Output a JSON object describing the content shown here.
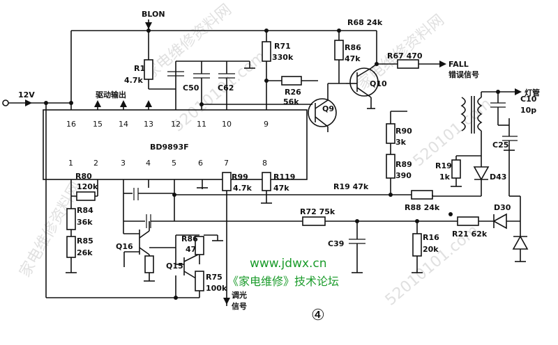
{
  "title": "BD9893F",
  "supply": "12V",
  "blon": "BLON",
  "drive_out": "驱动输出",
  "fall": "FALL",
  "fall_sub": "错误信号",
  "lamp": "灯管",
  "dim_1": "调光",
  "dim_2": "信号",
  "figure_no": "④",
  "watermark_url": "www.jdwx.cn",
  "watermark_forum": "《家电维修》技术论坛",
  "faint_watermarks": [
    "家电维修资料网",
    "52010101.com",
    "家电维修资料网",
    "520101.com",
    "家电维修资料网",
    "52010101.com"
  ],
  "ic_pins_top": [
    "16",
    "15",
    "14",
    "13",
    "12",
    "11",
    "10",
    "9"
  ],
  "ic_pins_bottom": [
    "1",
    "2",
    "3",
    "4",
    "5",
    "6",
    "7",
    "8"
  ],
  "components": {
    "R1": {
      "name": "R1",
      "value": "4.7k"
    },
    "C50": {
      "name": "C50",
      "value": ""
    },
    "C62": {
      "name": "C62",
      "value": ""
    },
    "R71": {
      "name": "R71",
      "value": "330k"
    },
    "R26": {
      "name": "R26",
      "value": "56k"
    },
    "R86a": {
      "name": "R86",
      "value": "47k"
    },
    "R68": {
      "name": "R68",
      "value": "24k"
    },
    "R67": {
      "name": "R67",
      "value": "470"
    },
    "Q9": {
      "name": "Q9",
      "value": ""
    },
    "Q10": {
      "name": "Q10",
      "value": ""
    },
    "C10": {
      "name": "C10",
      "value": "10p"
    },
    "C25": {
      "name": "C25",
      "value": ""
    },
    "R90": {
      "name": "R90",
      "value": "3k"
    },
    "R89": {
      "name": "R89",
      "value": "390"
    },
    "R19a": {
      "name": "R19",
      "value": "1k"
    },
    "D43": {
      "name": "D43",
      "value": ""
    },
    "R80": {
      "name": "R80",
      "value": "120k"
    },
    "R99": {
      "name": "R99",
      "value": "4.7k"
    },
    "R119": {
      "name": "R119",
      "value": "47k"
    },
    "R19b": {
      "name": "R19",
      "value": "47k"
    },
    "R88": {
      "name": "R88",
      "value": "24k"
    },
    "R84": {
      "name": "R84",
      "value": "36k"
    },
    "R85": {
      "name": "R85",
      "value": "26k"
    },
    "R72": {
      "name": "R72",
      "value": "75k"
    },
    "C39": {
      "name": "C39",
      "value": ""
    },
    "R16": {
      "name": "R16",
      "value": "20k"
    },
    "R21": {
      "name": "R21",
      "value": "62k"
    },
    "D30": {
      "name": "D30",
      "value": ""
    },
    "Q16": {
      "name": "Q16",
      "value": ""
    },
    "Q15": {
      "name": "Q15",
      "value": ""
    },
    "R86b": {
      "name": "R86",
      "value": "47"
    },
    "R75": {
      "name": "R75",
      "value": "100k"
    }
  }
}
